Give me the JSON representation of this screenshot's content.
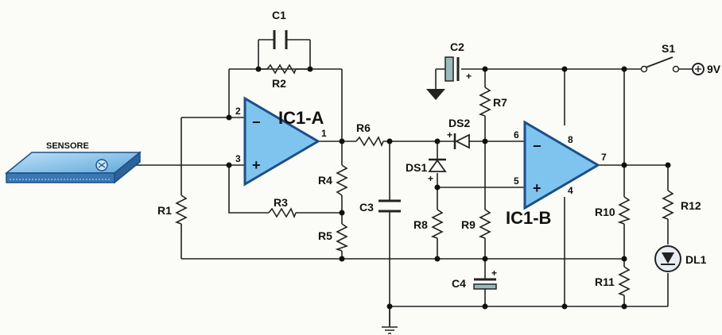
{
  "opamps": {
    "a": {
      "label": "IC1-A",
      "pin_inv": "2",
      "pin_noninv": "3",
      "pin_out": "1"
    },
    "b": {
      "label": "IC1-B",
      "pin_inv": "6",
      "pin_noninv": "5",
      "pin_out": "7",
      "pin_vcc": "8",
      "pin_gnd": "4"
    }
  },
  "sensor": {
    "label": "SENSORE"
  },
  "resistors": [
    "R1",
    "R2",
    "R3",
    "R4",
    "R5",
    "R6",
    "R7",
    "R8",
    "R9",
    "R10",
    "R11",
    "R12"
  ],
  "capacitors": [
    "C1",
    "C2",
    "C3",
    "C4"
  ],
  "diodes": [
    "DS1",
    "DS2"
  ],
  "led": "DL1",
  "switch": "S1",
  "supply": "9V",
  "symbols": {
    "minus": "−",
    "plus": "+"
  },
  "colors": {
    "opamp_fill": "#7fc4ee",
    "opamp_stroke": "#1d4f86",
    "sensor_fill": "#8ec5ea"
  }
}
